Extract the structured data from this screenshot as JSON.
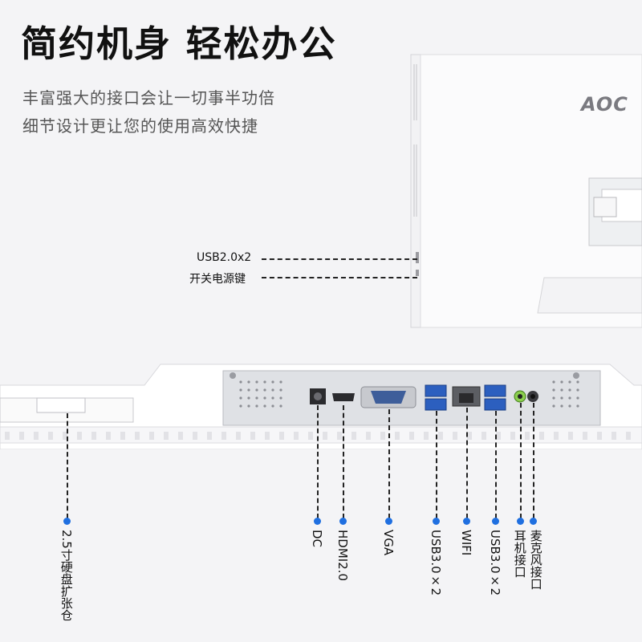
{
  "headline": "简约机身 轻松办公",
  "subtitle_lines": [
    "丰富强大的接口会让一切事半功倍",
    "细节设计更让您的使用高效快捷"
  ],
  "brand_logo": "AOC",
  "side_ports": [
    "USB2.0x2",
    "开关电源键"
  ],
  "bottom_ports": {
    "hdd": "2.5寸硬盘扩张仓",
    "dc": "DC",
    "hdmi": "HDMI2.0",
    "vga": "VGA",
    "usb3_a": "USB3.0×2",
    "wifi": "WIFI",
    "usb3_b": "USB3.0×2",
    "headphone": "耳机接口",
    "mic": "麦克风接口"
  },
  "colors": {
    "accent_dot": "#1f6fe0",
    "body": "#ffffff",
    "panel": "#e2e4e8"
  }
}
